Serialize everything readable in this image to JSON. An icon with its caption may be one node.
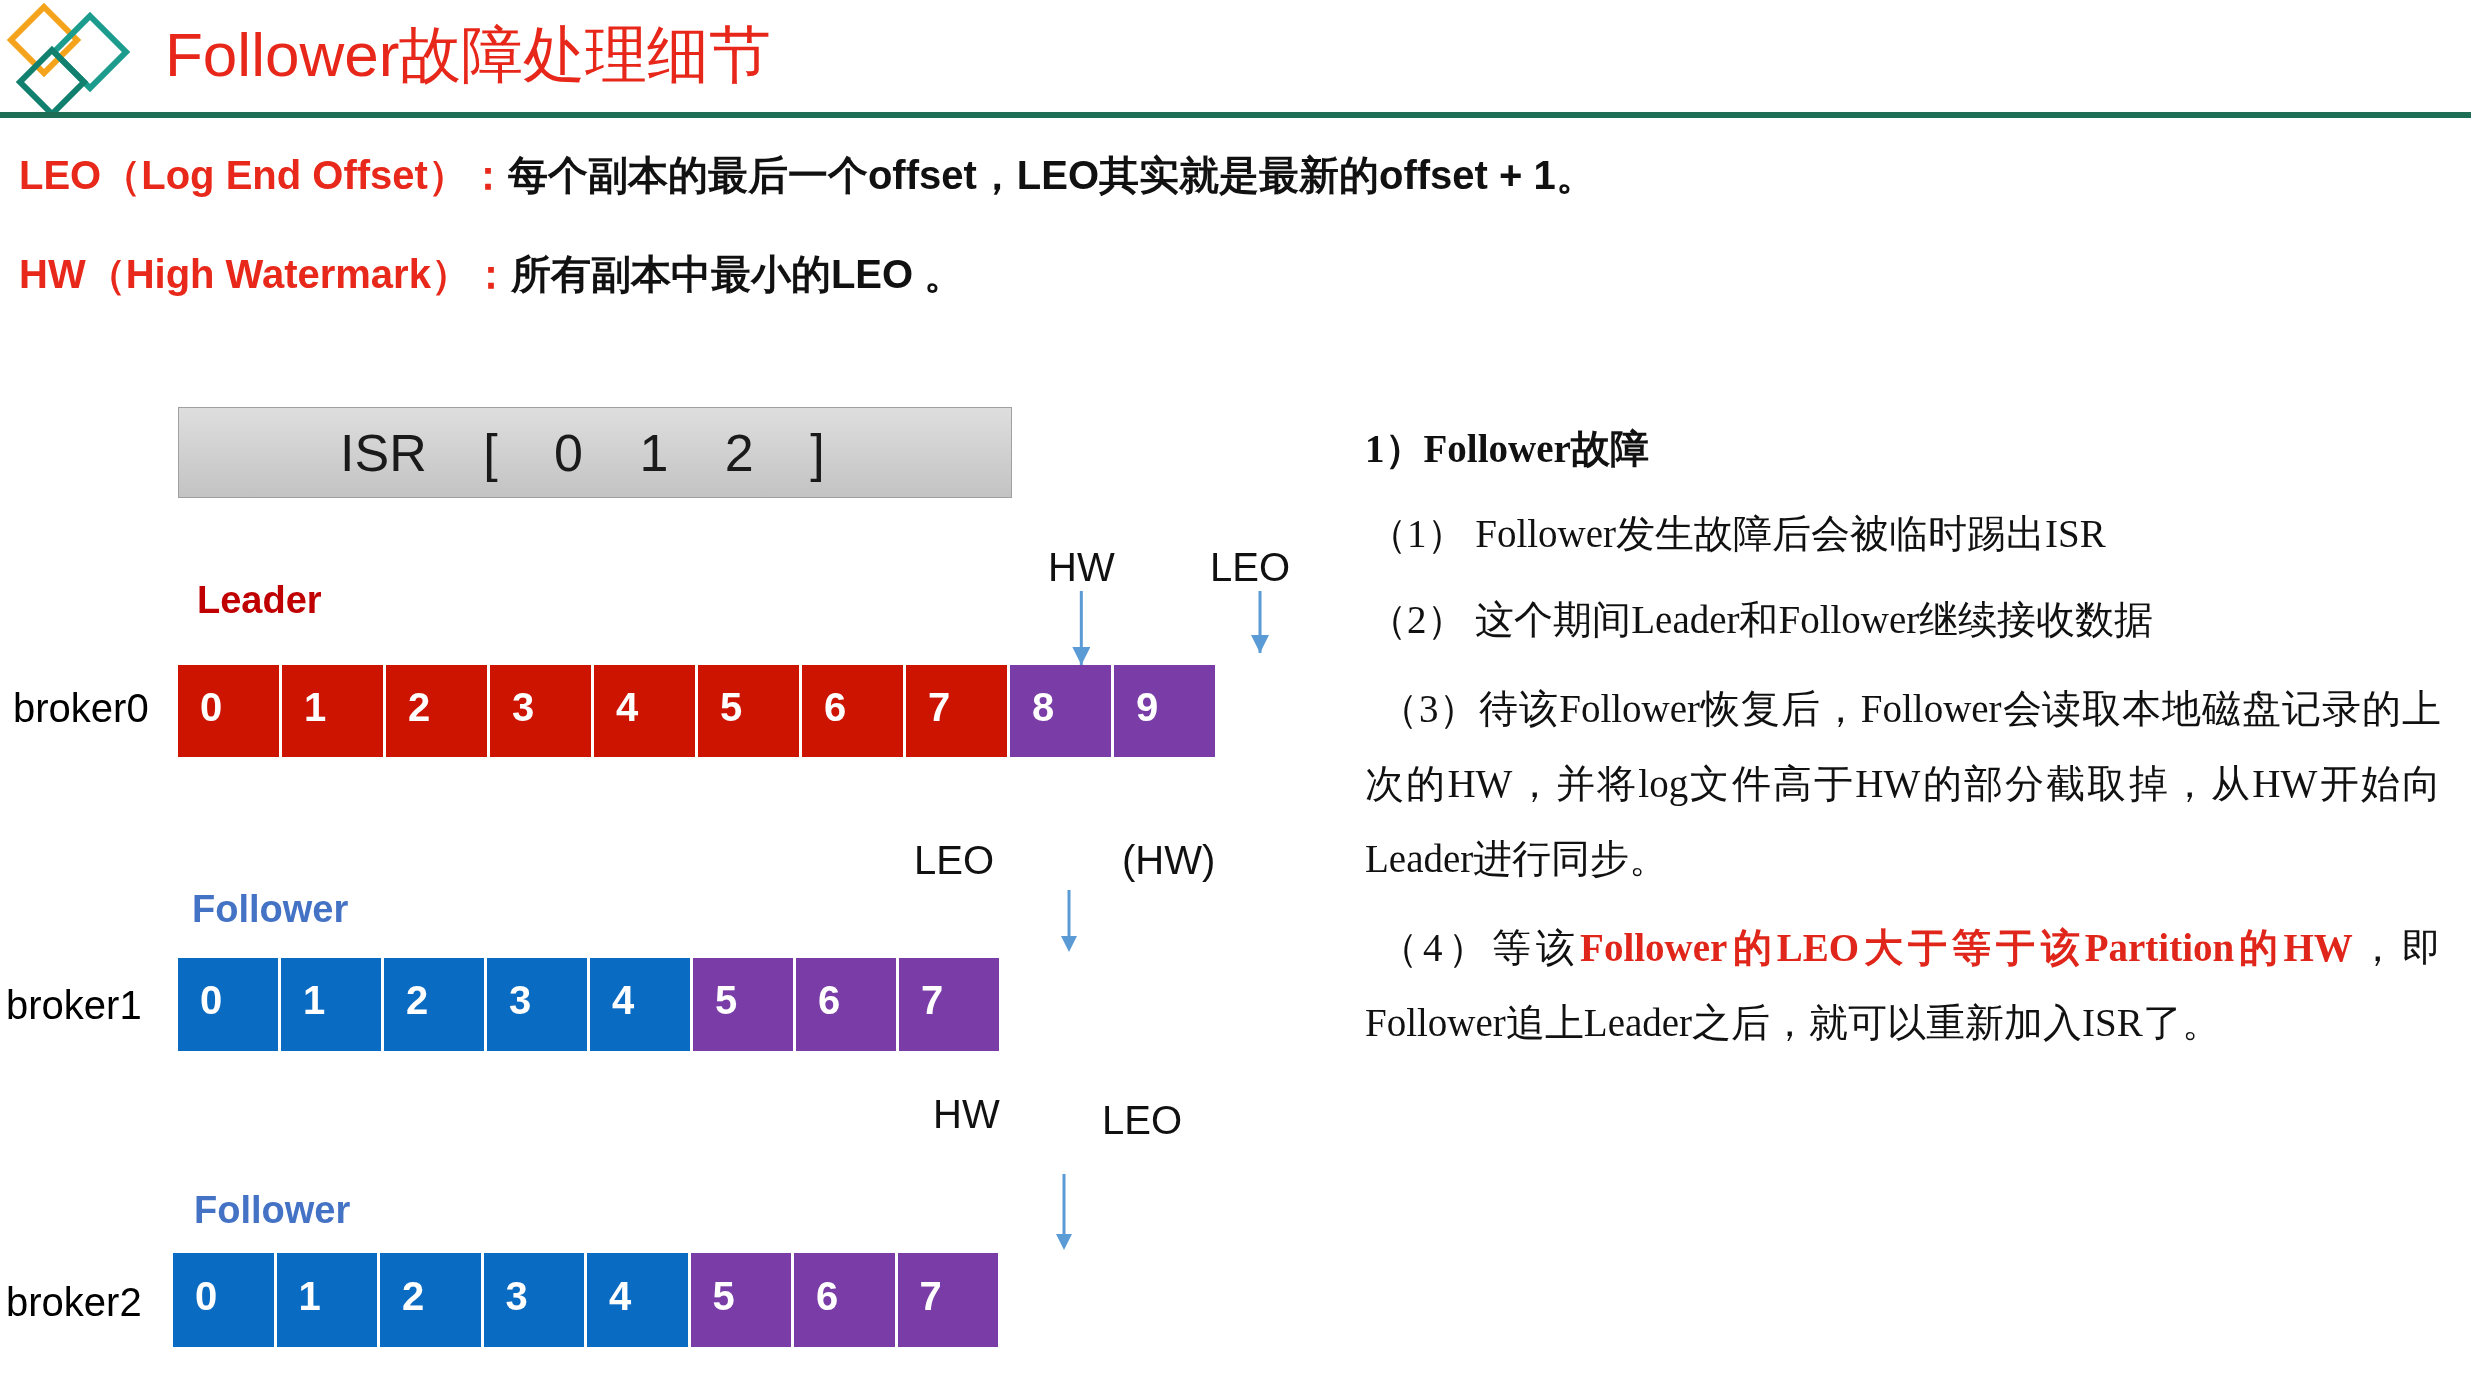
{
  "diagram": {
    "title": "Follower故障处理细节",
    "nodes": [
      {
        "text": [
          "ISR [ 0 1 2 ]"
        ]
      },
      {
        "text": [
          "HW"
        ]
      },
      {
        "text": [
          "LEO"
        ]
      },
      {
        "text": [
          "0"
        ]
      },
      {
        "text": [
          "1"
        ]
      },
      {
        "text": [
          "2"
        ]
      },
      {
        "text": [
          "3"
        ]
      },
      {
        "text": [
          "4"
        ]
      },
      {
        "text": [
          "5"
        ]
      },
      {
        "text": [
          "6"
        ]
      },
      {
        "text": [
          "7"
        ]
      },
      {
        "text": [
          "8"
        ]
      },
      {
        "text": [
          "9"
        ]
      },
      {
        "text": [
          "0"
        ]
      },
      {
        "text": [
          "1"
        ]
      },
      {
        "text": [
          "2"
        ]
      },
      {
        "text": [
          "3"
        ]
      },
      {
        "text": [
          "4"
        ]
      },
      {
        "text": [
          "5"
        ]
      },
      {
        "text": [
          "6"
        ]
      },
      {
        "text": [
          "7"
        ]
      },
      {
        "text": [
          "0"
        ]
      },
      {
        "text": [
          "1"
        ]
      },
      {
        "text": [
          "2"
        ]
      },
      {
        "text": [
          "3"
        ]
      },
      {
        "text": [
          "4"
        ]
      },
      {
        "text": [
          "5"
        ]
      },
      {
        "text": [
          "6"
        ]
      },
      {
        "text": [
          "7"
        ]
      }
    ],
    "edges": [
      {
        "from": 1,
        "to": 11,
        "arrow": "to"
      },
      {
        "from": 2,
        "to": null,
        "arrow": "to"
      }
    ],
    "labels": [
      "LEO（Log End Offset）：",
      "每个副本的最后一个offset，LEO其实就是最新的offset + 1。",
      "HW（High Watermark）：",
      "所有副本中最小的LEO 。",
      "Leader",
      "broker0",
      "LEO",
      "(HW)",
      "Follower",
      "broker1",
      "HW",
      "LEO",
      "Follower",
      "broker2",
      "1）Follower故障",
      "（1） Follower发生故障后会被临时踢出ISR",
      "（2） 这个期间Leader和Follower继续接收数据",
      "（3）待该Follower恢复后，Follower会读取本地磁盘记录的上次的HW，并将log文件高于HW的部分截取掉，从HW开始向Leader进行同步。",
      "（4）等该**Follower的LEO大于等于该Partition的HW**，即Follower追上Leader之后，就可以重新加入ISR了。"
    ]
  }
}
